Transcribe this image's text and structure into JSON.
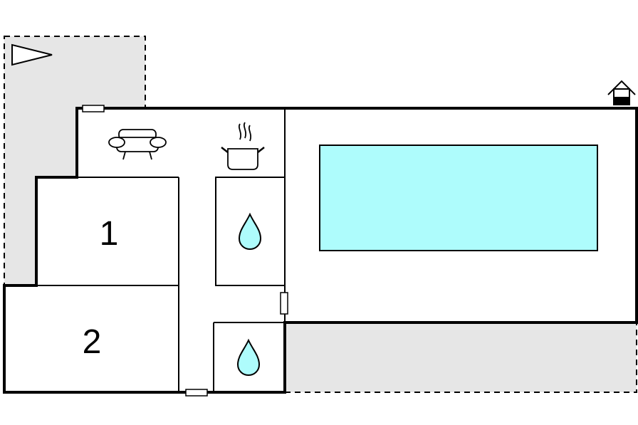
{
  "floor_plan": {
    "rooms": [
      {
        "id": "bedroom-1",
        "label": "1"
      },
      {
        "id": "bedroom-2",
        "label": "2"
      }
    ],
    "icons": [
      {
        "name": "sofa-icon",
        "meaning": "living-room"
      },
      {
        "name": "cooking-pot-icon",
        "meaning": "kitchen"
      },
      {
        "name": "water-drop-icon",
        "meaning": "bathroom"
      },
      {
        "name": "water-drop-icon",
        "meaning": "bathroom"
      },
      {
        "name": "house-entrance-icon",
        "meaning": "entrance"
      },
      {
        "name": "north-arrow-icon",
        "meaning": "orientation"
      }
    ],
    "colors": {
      "outdoor_area": "#e6e6e6",
      "pool": "#aefcfc",
      "wall": "#000000",
      "water_drop": "#aefcfc"
    }
  }
}
